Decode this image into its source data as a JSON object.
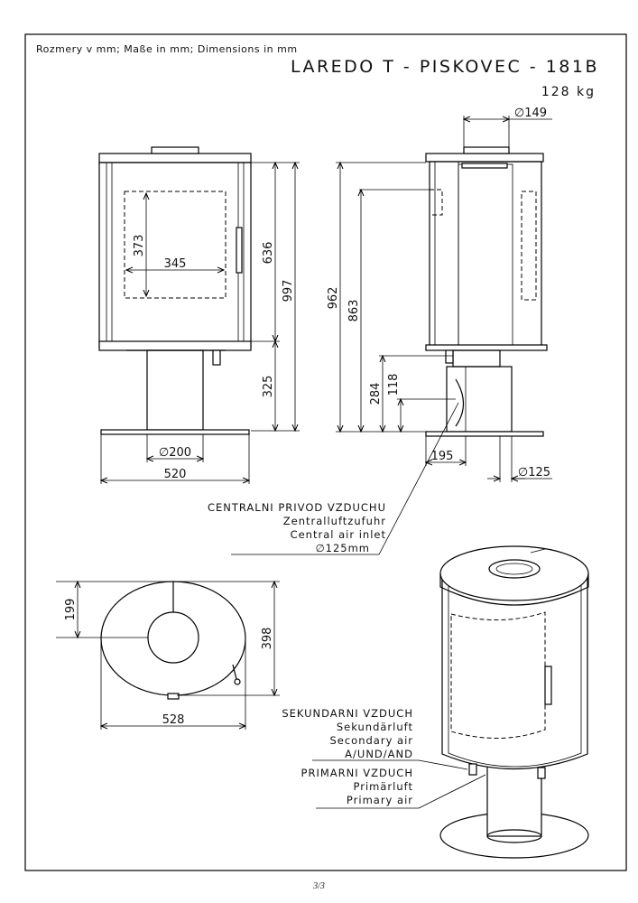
{
  "header": {
    "units": "Rozmery v mm; Maße in mm; Dimensions in mm",
    "title": "LAREDO T - PISKOVEC - 181B",
    "weight": "128 kg"
  },
  "front_view": {
    "dims": {
      "inner_h": "373",
      "inner_w": "345",
      "door_h": "636",
      "total_h": "997",
      "base_h": "325",
      "pipe_d": "∅200",
      "base_w": "520"
    }
  },
  "side_view": {
    "dims": {
      "top_d": "∅149",
      "h962": "962",
      "h863": "863",
      "h284": "284",
      "h118": "118",
      "w195": "195",
      "pipe_d": "∅125"
    }
  },
  "central_air": {
    "lines": [
      "CENTRALNI PRIVOD VZDUCHU",
      "Zentralluftzufuhr",
      "Central air inlet",
      "∅125mm"
    ]
  },
  "top_view": {
    "dims": {
      "d199": "199",
      "d398": "398",
      "w528": "528"
    }
  },
  "air_labels": {
    "lines": [
      "SEKUNDARNI VZDUCH",
      "Sekundärluft",
      "Secondary air",
      "A/UND/AND",
      "PRIMARNI VZDUCH",
      "Primärluft",
      "Primary air"
    ]
  },
  "footer": {
    "page": "3/3"
  }
}
